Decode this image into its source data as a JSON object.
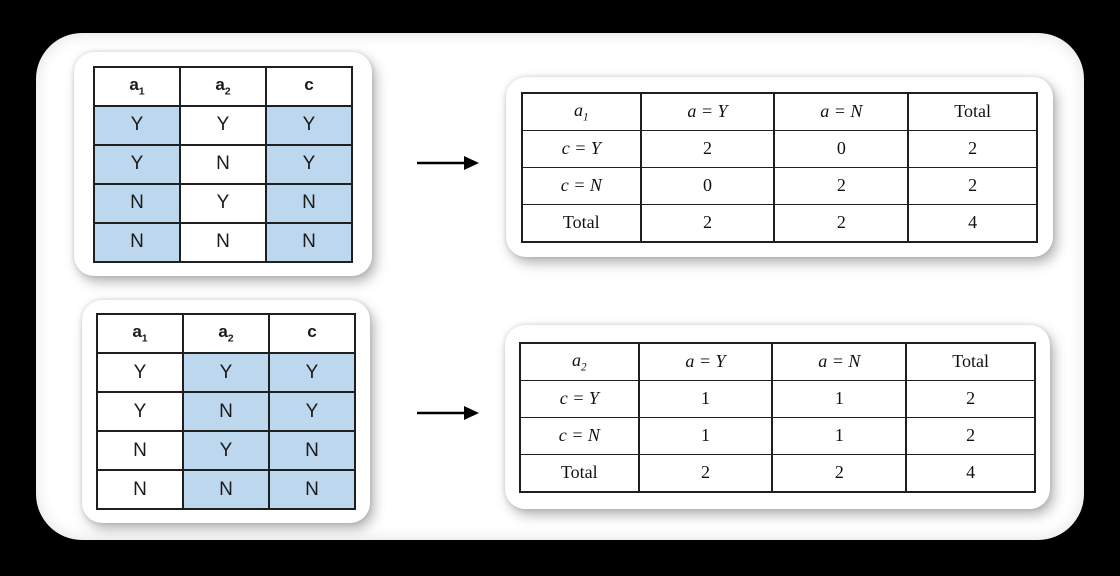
{
  "colors": {
    "canvas_background": "#000000",
    "panel_background": "#ffffff",
    "highlight_blue": "#BDD7EE",
    "table_border": "#1f1f1f",
    "arrow_black": "#000000"
  },
  "pair1": {
    "raw_table": {
      "headers": [
        {
          "base": "a",
          "sub": "1"
        },
        {
          "base": "a",
          "sub": "2"
        },
        {
          "base": "c",
          "sub": ""
        }
      ],
      "rows": [
        [
          "Y",
          "Y",
          "Y"
        ],
        [
          "Y",
          "N",
          "Y"
        ],
        [
          "N",
          "Y",
          "N"
        ],
        [
          "N",
          "N",
          "N"
        ]
      ],
      "highlighted_columns": [
        0,
        2
      ]
    },
    "arrow_icon": "arrow-right",
    "contingency_table": {
      "corner": {
        "base": "a",
        "sub": "1"
      },
      "col_headers": [
        "a = Y",
        "a = N",
        "Total"
      ],
      "rows": [
        {
          "label": "c = Y",
          "values": [
            "2",
            "0",
            "2"
          ]
        },
        {
          "label": "c = N",
          "values": [
            "0",
            "2",
            "2"
          ]
        },
        {
          "label": "Total",
          "values": [
            "2",
            "2",
            "4"
          ]
        }
      ]
    }
  },
  "pair2": {
    "raw_table": {
      "headers": [
        {
          "base": "a",
          "sub": "1"
        },
        {
          "base": "a",
          "sub": "2"
        },
        {
          "base": "c",
          "sub": ""
        }
      ],
      "rows": [
        [
          "Y",
          "Y",
          "Y"
        ],
        [
          "Y",
          "N",
          "Y"
        ],
        [
          "N",
          "Y",
          "N"
        ],
        [
          "N",
          "N",
          "N"
        ]
      ],
      "highlighted_columns": [
        1,
        2
      ]
    },
    "arrow_icon": "arrow-right",
    "contingency_table": {
      "corner": {
        "base": "a",
        "sub": "2"
      },
      "col_headers": [
        "a = Y",
        "a = N",
        "Total"
      ],
      "rows": [
        {
          "label": "c = Y",
          "values": [
            "1",
            "1",
            "2"
          ]
        },
        {
          "label": "c = N",
          "values": [
            "1",
            "1",
            "2"
          ]
        },
        {
          "label": "Total",
          "values": [
            "2",
            "2",
            "4"
          ]
        }
      ]
    }
  }
}
